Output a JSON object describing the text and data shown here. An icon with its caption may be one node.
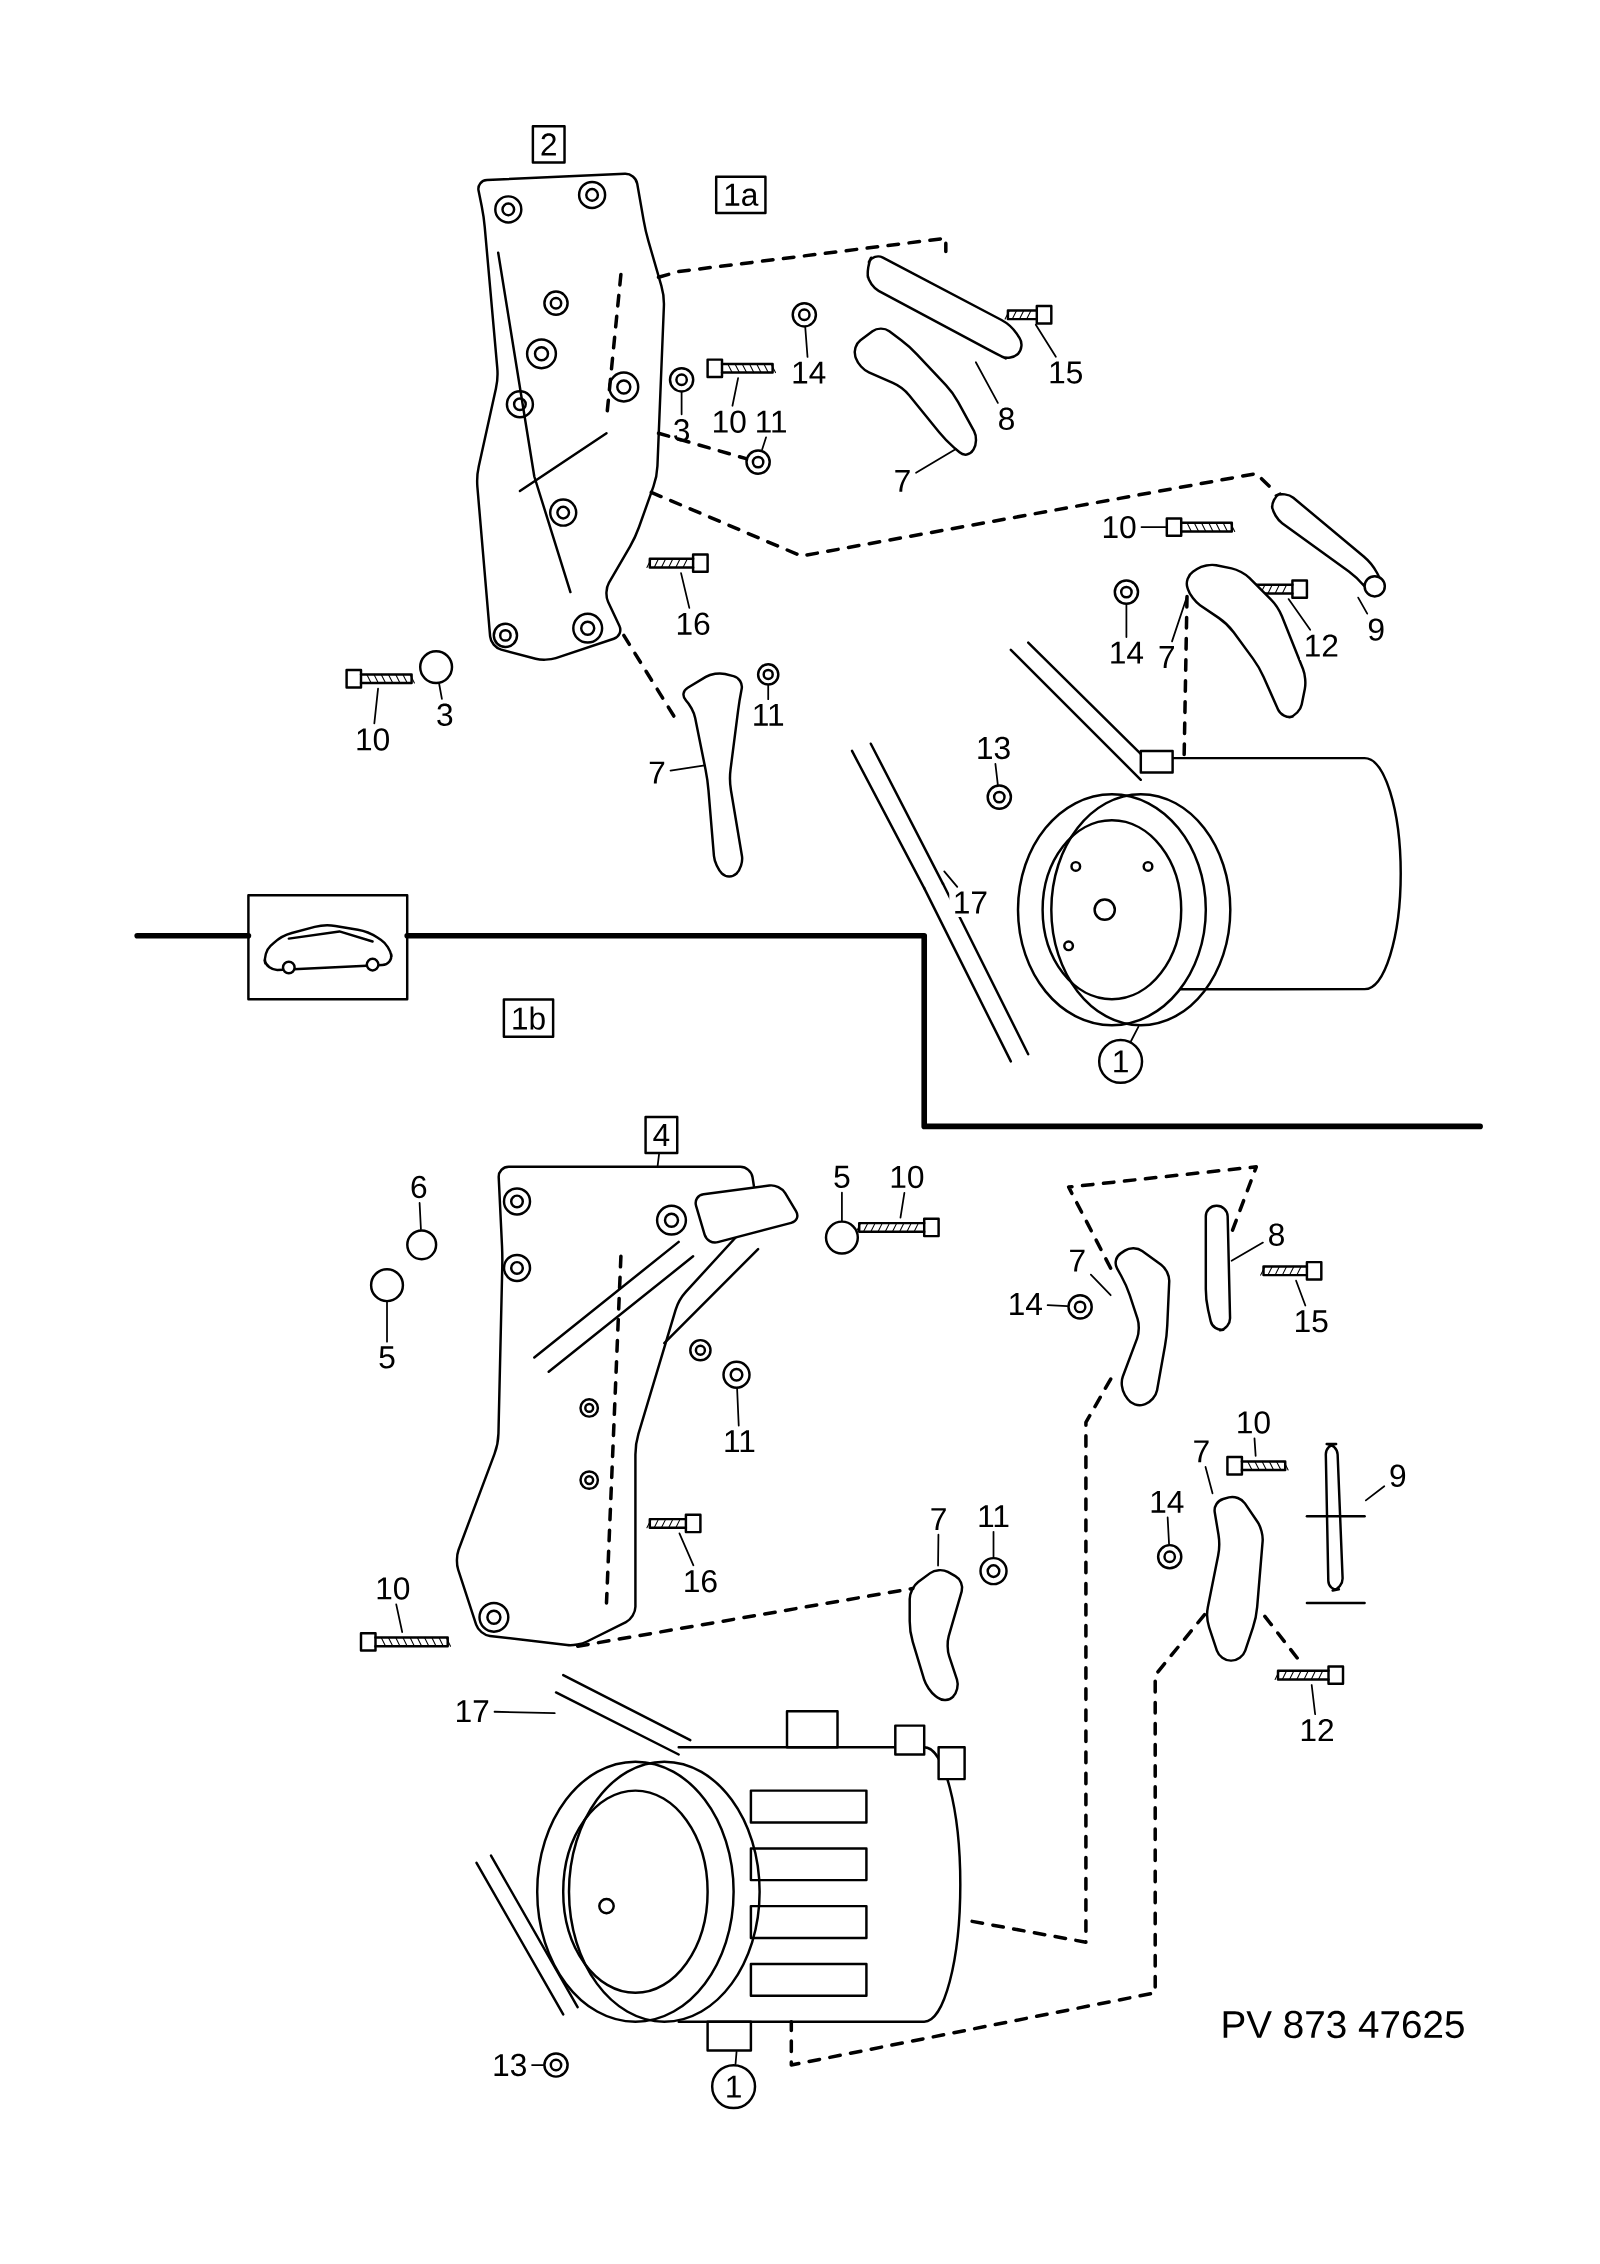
{
  "diagram": {
    "nodes": [
      {
        "text": [
          "2"
        ]
      },
      {
        "text": [
          "1a"
        ]
      },
      {
        "text": [
          "3"
        ]
      },
      {
        "text": [
          "10"
        ]
      },
      {
        "text": [
          "11"
        ]
      },
      {
        "text": [
          "14"
        ]
      },
      {
        "text": [
          "7"
        ]
      },
      {
        "text": [
          "8"
        ]
      },
      {
        "text": [
          "15"
        ]
      },
      {
        "text": [
          "16"
        ]
      },
      {
        "text": [
          "10"
        ]
      },
      {
        "text": [
          "14"
        ]
      },
      {
        "text": [
          "7"
        ]
      },
      {
        "text": [
          "12"
        ]
      },
      {
        "text": [
          "9"
        ]
      },
      {
        "text": [
          "10"
        ]
      },
      {
        "text": [
          "3"
        ]
      },
      {
        "text": [
          "7"
        ]
      },
      {
        "text": [
          "11"
        ]
      },
      {
        "text": [
          "13"
        ]
      },
      {
        "text": [
          "17"
        ]
      },
      {
        "text": [
          "1"
        ]
      },
      {
        "text": [
          "1b"
        ]
      },
      {
        "text": [
          "4"
        ]
      },
      {
        "text": [
          "6"
        ]
      },
      {
        "text": [
          "5"
        ]
      },
      {
        "text": [
          "10"
        ]
      },
      {
        "text": [
          "8"
        ]
      },
      {
        "text": [
          "7"
        ]
      },
      {
        "text": [
          "14"
        ]
      },
      {
        "text": [
          "15"
        ]
      },
      {
        "text": [
          "5"
        ]
      },
      {
        "text": [
          "11"
        ]
      },
      {
        "text": [
          "10"
        ]
      },
      {
        "text": [
          "9"
        ]
      },
      {
        "text": [
          "7"
        ]
      },
      {
        "text": [
          "14"
        ]
      },
      {
        "text": [
          "7"
        ]
      },
      {
        "text": [
          "11"
        ]
      },
      {
        "text": [
          "16"
        ]
      },
      {
        "text": [
          "10"
        ]
      },
      {
        "text": [
          "17"
        ]
      },
      {
        "text": [
          "12"
        ]
      },
      {
        "text": [
          "13"
        ]
      },
      {
        "text": [
          "1"
        ]
      },
      {
        "text": [],
        "shape": "picture"
      },
      {
        "text": [],
        "shape": "picture"
      },
      {
        "text": [],
        "shape": "picture"
      },
      {
        "text": [],
        "shape": "picture"
      },
      {
        "text": [],
        "shape": "picture"
      },
      {
        "text": [],
        "shape": "picture"
      },
      {
        "text": [],
        "shape": "picture"
      },
      {
        "text": [],
        "shape": "circle"
      },
      {
        "text": [],
        "shape": "picture"
      },
      {
        "text": [],
        "shape": "picture"
      },
      {
        "text": [],
        "shape": "picture"
      },
      {
        "text": [],
        "shape": "picture"
      },
      {
        "text": [],
        "shape": "picture"
      },
      {
        "text": [],
        "shape": "picture"
      },
      {
        "text": [],
        "shape": "picture"
      },
      {
        "text": [],
        "shape": "picture"
      },
      {
        "text": [],
        "shape": "picture"
      },
      {
        "text": [],
        "shape": "picture"
      },
      {
        "text": [],
        "shape": "picture"
      },
      {
        "text": [],
        "shape": "cylinder"
      },
      {
        "text": [],
        "shape": "picture"
      },
      {
        "text": [],
        "shape": "picture"
      },
      {
        "text": [],
        "shape": "circle"
      },
      {
        "text": [],
        "shape": "circle"
      },
      {
        "text": [],
        "shape": "circle"
      },
      {
        "text": [],
        "shape": "picture"
      },
      {
        "text": [],
        "shape": "picture"
      },
      {
        "text": [],
        "shape": "picture"
      },
      {
        "text": [],
        "shape": "picture"
      },
      {
        "text": [],
        "shape": "picture"
      },
      {
        "text": [],
        "shape": "picture"
      },
      {
        "text": [],
        "shape": "bar"
      },
      {
        "text": [],
        "shape": "picture"
      },
      {
        "text": [],
        "shape": "picture"
      },
      {
        "text": [],
        "shape": "picture"
      },
      {
        "text": [],
        "shape": "picture"
      },
      {
        "text": [],
        "shape": "picture"
      },
      {
        "text": [],
        "shape": "picture"
      },
      {
        "text": [],
        "shape": "picture"
      },
      {
        "text": [],
        "shape": "picture"
      },
      {
        "text": [],
        "shape": "picture"
      },
      {
        "text": [],
        "shape": "picture"
      },
      {
        "text": [],
        "shape": "picture"
      }
    ],
    "edges": [
      {
        "from": 2,
        "to": 46,
        "arrow": "none"
      },
      {
        "from": 3,
        "to": 47,
        "arrow": "none"
      },
      {
        "from": 4,
        "to": 49,
        "arrow": "none"
      },
      {
        "from": 5,
        "to": 48,
        "arrow": "none"
      },
      {
        "from": 6,
        "to": 55,
        "arrow": "none"
      },
      {
        "from": 7,
        "to": 54,
        "arrow": "none"
      },
      {
        "from": 8,
        "to": 56,
        "arrow": "none"
      },
      {
        "from": 9,
        "to": 50,
        "arrow": "none"
      },
      {
        "from": 10,
        "to": 58,
        "arrow": "none"
      },
      {
        "from": 11,
        "to": 60,
        "arrow": "none"
      },
      {
        "from": 12,
        "to": 62,
        "arrow": "none"
      },
      {
        "from": 13,
        "to": 61,
        "arrow": "none"
      },
      {
        "from": 14,
        "to": 59,
        "arrow": "none"
      },
      {
        "from": 15,
        "to": 51,
        "arrow": "none"
      },
      {
        "from": 16,
        "to": 52,
        "arrow": "none"
      },
      {
        "from": 17,
        "to": 57,
        "arrow": "none"
      },
      {
        "from": 18,
        "to": 53,
        "arrow": "none"
      },
      {
        "from": 19,
        "to": 63,
        "arrow": "none"
      },
      {
        "from": 20,
        "to": 65,
        "arrow": "none"
      },
      {
        "from": 21,
        "to": 64,
        "arrow": "none"
      },
      {
        "from": 23,
        "to": 66,
        "arrow": "none"
      },
      {
        "from": 24,
        "to": 67,
        "arrow": "none"
      },
      {
        "from": 25,
        "to": 69,
        "arrow": "none"
      },
      {
        "from": 26,
        "to": 70,
        "arrow": "none"
      },
      {
        "from": 27,
        "to": 76,
        "arrow": "none"
      },
      {
        "from": 28,
        "to": 78,
        "arrow": "none"
      },
      {
        "from": 29,
        "to": 79,
        "arrow": "none"
      },
      {
        "from": 30,
        "to": 77,
        "arrow": "none"
      },
      {
        "from": 31,
        "to": 68,
        "arrow": "none"
      },
      {
        "from": 32,
        "to": 71,
        "arrow": "none"
      },
      {
        "from": 33,
        "to": 80,
        "arrow": "none"
      },
      {
        "from": 34,
        "to": 81,
        "arrow": "none"
      },
      {
        "from": 35,
        "to": 82,
        "arrow": "none"
      },
      {
        "from": 36,
        "to": 83,
        "arrow": "none"
      },
      {
        "from": 37,
        "to": 75,
        "arrow": "none"
      },
      {
        "from": 38,
        "to": 74,
        "arrow": "none"
      },
      {
        "from": 39,
        "to": 72,
        "arrow": "none"
      },
      {
        "from": 40,
        "to": 73,
        "arrow": "none"
      },
      {
        "from": 41,
        "to": 86,
        "arrow": "none"
      },
      {
        "from": 42,
        "to": 84,
        "arrow": "none"
      },
      {
        "from": 43,
        "to": 87,
        "arrow": "none"
      },
      {
        "from": 44,
        "to": 85,
        "arrow": "none"
      },
      {
        "from": 45,
        "to": 54,
        "arrow": "none",
        "style": "dashed"
      },
      {
        "from": 45,
        "to": 49,
        "arrow": "none",
        "style": "dashed"
      },
      {
        "from": 45,
        "to": 59,
        "arrow": "none",
        "style": "dashed"
      },
      {
        "from": 45,
        "to": 57,
        "arrow": "none",
        "style": "dashed"
      },
      {
        "from": 62,
        "to": 64,
        "arrow": "none",
        "style": "dashed"
      },
      {
        "from": 78,
        "to": 76,
        "arrow": "none",
        "style": "dashed"
      },
      {
        "from": 78,
        "to": 85,
        "arrow": "none",
        "style": "dashed"
      },
      {
        "from": 82,
        "to": 85,
        "arrow": "none",
        "style": "dashed"
      },
      {
        "from": 66,
        "to": 75,
        "arrow": "none",
        "style": "dashed"
      },
      {
        "from": 82,
        "to": 84,
        "arrow": "none",
        "style": "dashed"
      }
    ],
    "labels": [
      "PV 873 47625"
    ]
  }
}
